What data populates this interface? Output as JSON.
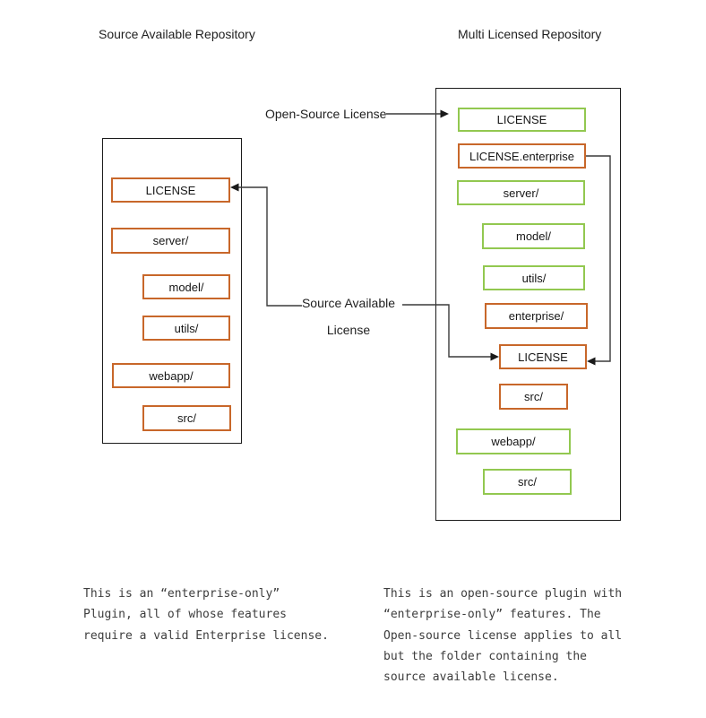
{
  "titles": {
    "left": "Source Available Repository",
    "right": "Multi Licensed Repository"
  },
  "labels": {
    "open_source": "Open-Source License",
    "source_available": "Source Available\nLicense"
  },
  "colors": {
    "enterprise_border": "#c8672a",
    "open_source_border": "#92c850",
    "container_border": "#1c1c1c",
    "connector": "#3a3a3a"
  },
  "left_repo": {
    "items": [
      {
        "label": "LICENSE",
        "license": "enterprise"
      },
      {
        "label": "server/",
        "license": "enterprise"
      },
      {
        "label": "model/",
        "license": "enterprise"
      },
      {
        "label": "utils/",
        "license": "enterprise"
      },
      {
        "label": "webapp/",
        "license": "enterprise"
      },
      {
        "label": "src/",
        "license": "enterprise"
      }
    ]
  },
  "right_repo": {
    "items": [
      {
        "label": "LICENSE",
        "license": "open-source"
      },
      {
        "label": "LICENSE.enterprise",
        "license": "enterprise"
      },
      {
        "label": "server/",
        "license": "open-source"
      },
      {
        "label": "model/",
        "license": "open-source"
      },
      {
        "label": "utils/",
        "license": "open-source"
      },
      {
        "label": "enterprise/",
        "license": "enterprise"
      },
      {
        "label": "LICENSE",
        "license": "enterprise"
      },
      {
        "label": "src/",
        "license": "enterprise"
      },
      {
        "label": "webapp/",
        "license": "open-source"
      },
      {
        "label": "src/",
        "license": "open-source"
      }
    ]
  },
  "arrows": [
    {
      "from": "open-source-license-label",
      "to": "right-repo top LICENSE"
    },
    {
      "from": "source-available-license-label",
      "to": "left-repo LICENSE"
    },
    {
      "from": "source-available-license-label",
      "to": "right-repo enterprise/ LICENSE"
    },
    {
      "from": "right-repo LICENSE.enterprise",
      "to": "right-repo enterprise/ LICENSE"
    }
  ],
  "notes": {
    "left": "This is an “enterprise-only”\nPlugin, all of whose features\nrequire a valid Enterprise license.",
    "right": "This is an open-source plugin with\n“enterprise-only” features. The\nOpen-source license applies to all\nbut the folder containing the\nsource available license."
  }
}
